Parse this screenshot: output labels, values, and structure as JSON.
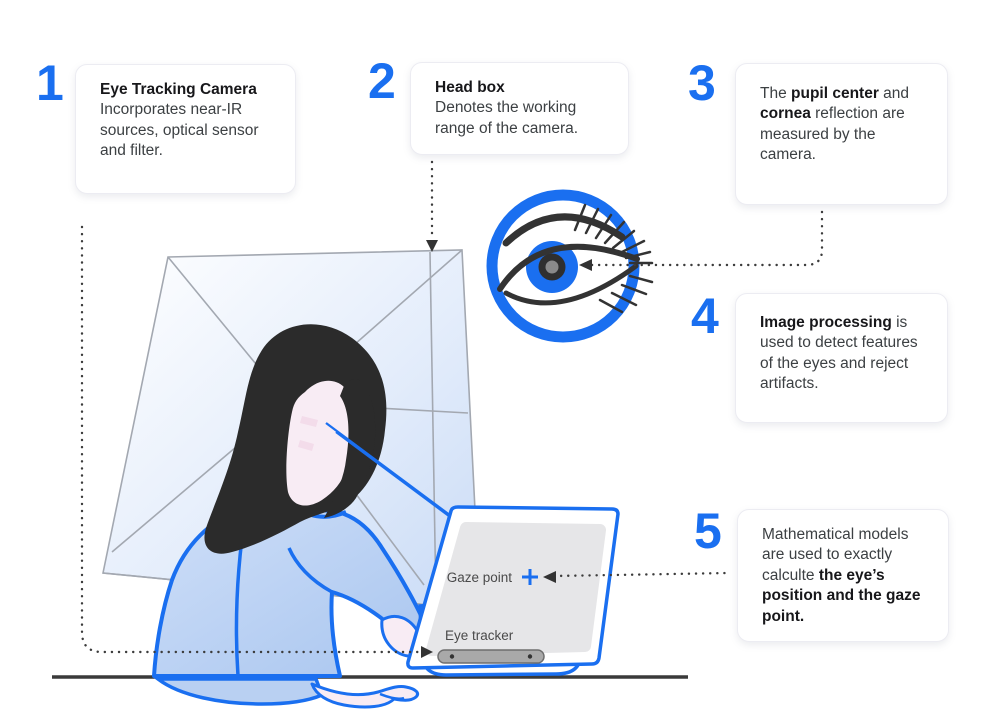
{
  "accent_color": "#1a6ff0",
  "dot_color": "#3c3c3c",
  "callouts": [
    {
      "number": "1",
      "title": "Eye Tracking Camera",
      "segments": [
        {
          "t": "Incorporates near-IR sources, optical sensor and filter.",
          "b": false
        }
      ]
    },
    {
      "number": "2",
      "title": "Head box",
      "segments": [
        {
          "t": "Denotes the working range of the camera.",
          "b": false
        }
      ]
    },
    {
      "number": "3",
      "title": "",
      "segments": [
        {
          "t": "The ",
          "b": false
        },
        {
          "t": "pupil center",
          "b": true
        },
        {
          "t": " and ",
          "b": false
        },
        {
          "t": "cornea",
          "b": true
        },
        {
          "t": " reflection are measured by the camera.",
          "b": false
        }
      ]
    },
    {
      "number": "4",
      "title": "",
      "segments": [
        {
          "t": "Image processing",
          "b": true
        },
        {
          "t": " is used to detect features of the eyes and reject artifacts.",
          "b": false
        }
      ]
    },
    {
      "number": "5",
      "title": "",
      "segments": [
        {
          "t": "Mathematical models are used to exactly calculte ",
          "b": false
        },
        {
          "t": "the eye’s position and the gaze point.",
          "b": true
        }
      ]
    }
  ],
  "illustration": {
    "gaze_point_label": "Gaze point",
    "eye_tracker_label": "Eye tracker"
  }
}
